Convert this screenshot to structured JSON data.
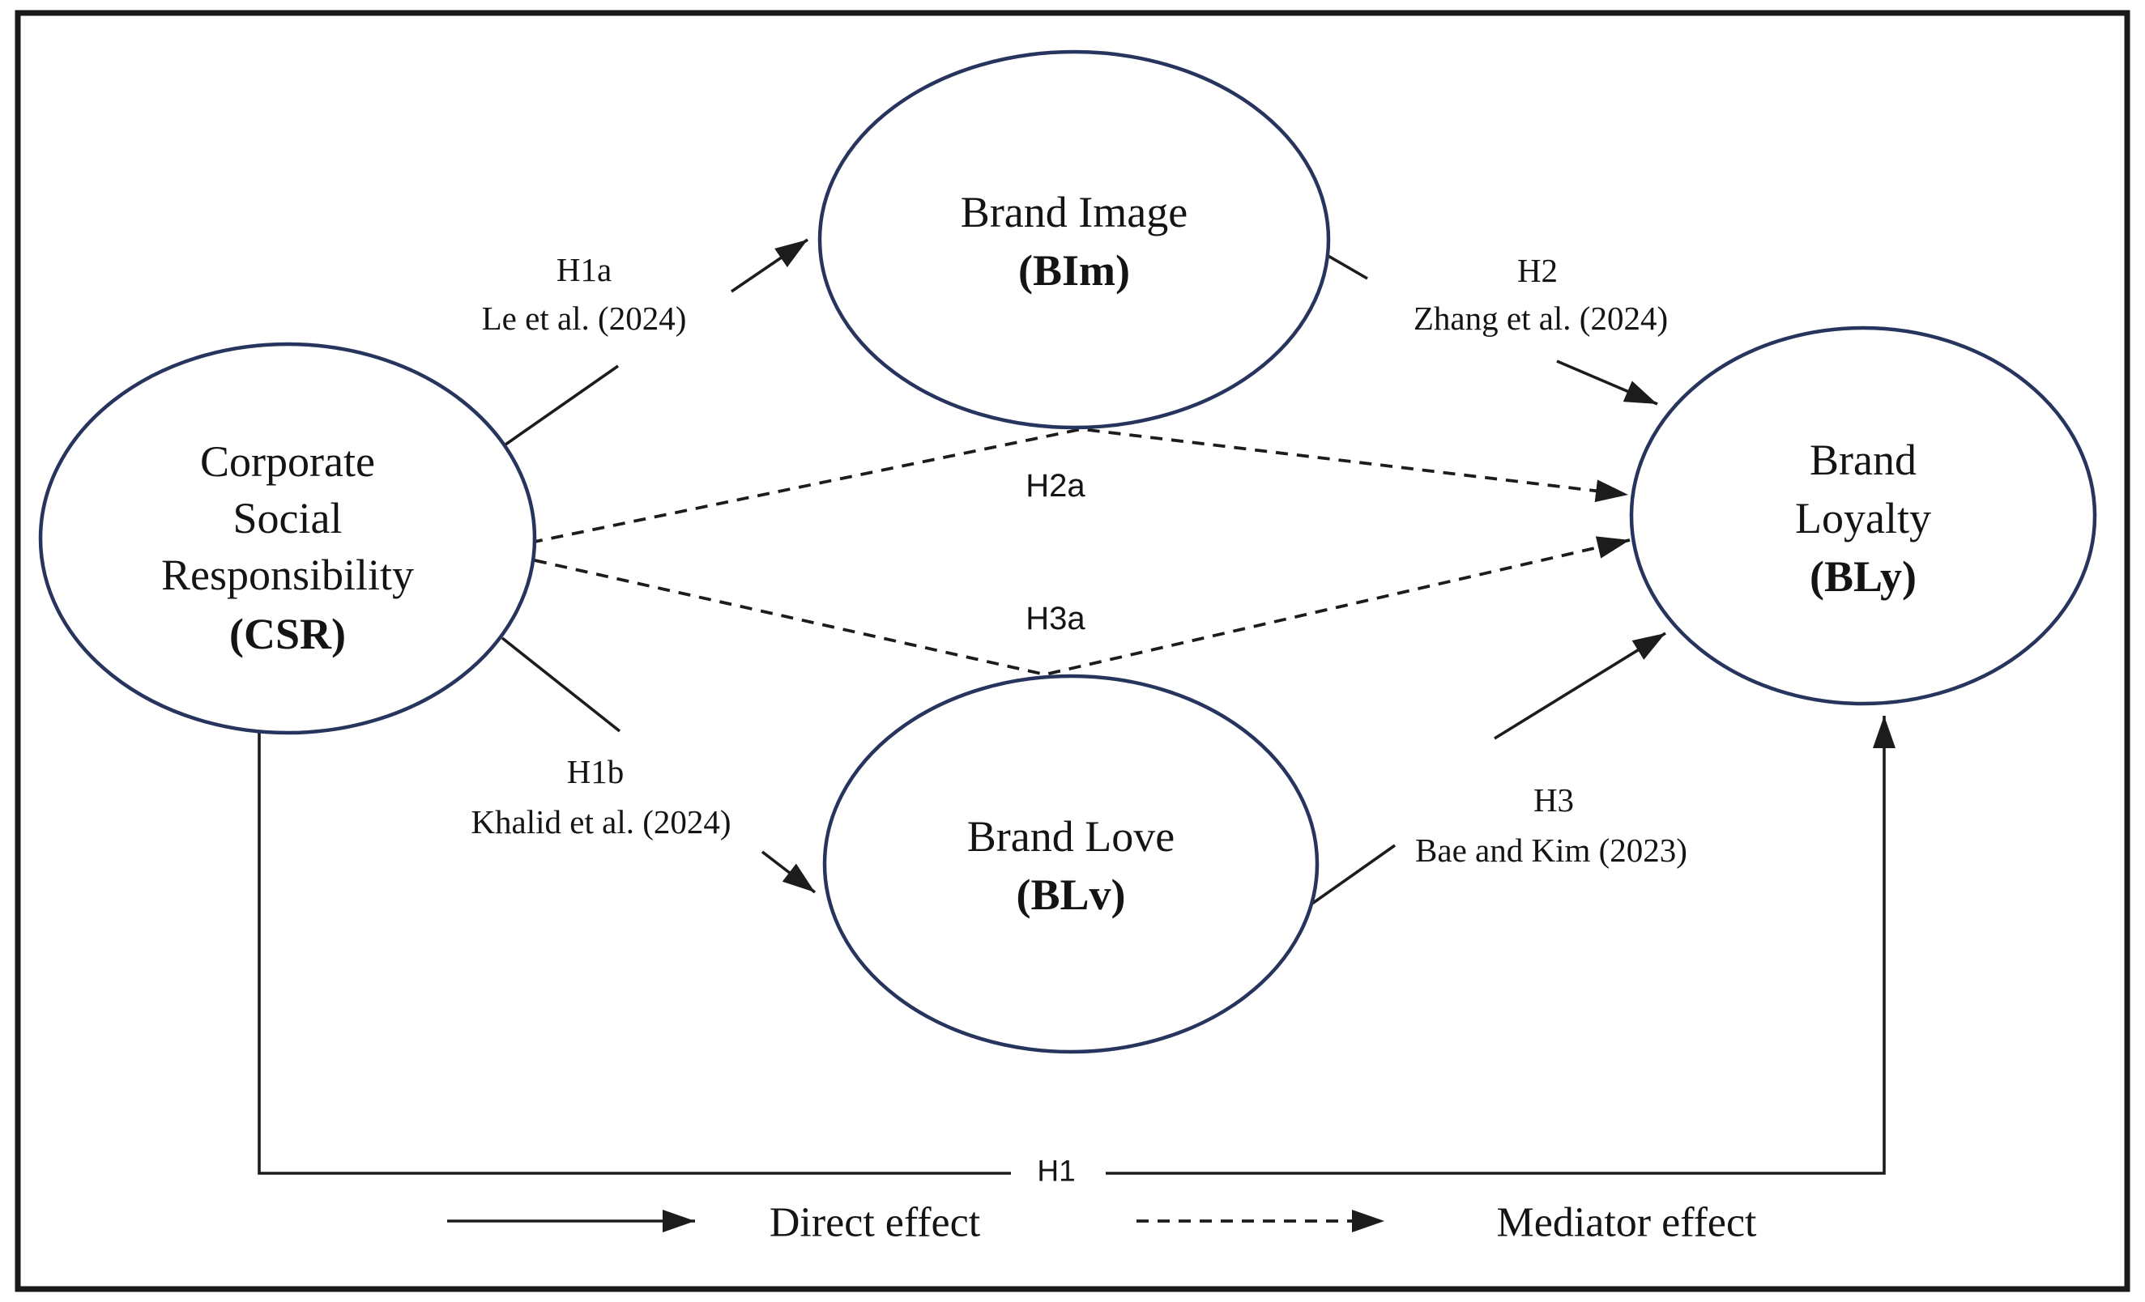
{
  "title": "CSR brand loyalty conceptual model",
  "colors": {
    "ellipse_stroke": "#27355e",
    "line_color": "#1c1c1c",
    "text_color": "#141414",
    "background": "#ffffff"
  },
  "nodes": {
    "csr": {
      "lines": [
        "Corporate",
        "Social",
        "Responsibility"
      ],
      "abbr": "(CSR)"
    },
    "bim": {
      "lines": [
        "Brand Image"
      ],
      "abbr": "(BIm)"
    },
    "blv": {
      "lines": [
        "Brand Love"
      ],
      "abbr": "(BLv)"
    },
    "bly": {
      "lines": [
        "Brand",
        "Loyalty"
      ],
      "abbr": "(BLy)"
    }
  },
  "edges": {
    "h1a": {
      "label": "H1a",
      "citation": "Le et al. (2024)",
      "type": "direct"
    },
    "h1b": {
      "label": "H1b",
      "citation": "Khalid et al. (2024)",
      "type": "direct"
    },
    "h2": {
      "label": "H2",
      "citation": "Zhang et al. (2024)",
      "type": "direct"
    },
    "h3": {
      "label": "H3",
      "citation": "Bae and Kim (2023)",
      "type": "direct"
    },
    "h2a": {
      "label": "H2a",
      "type": "mediator"
    },
    "h3a": {
      "label": "H3a",
      "type": "mediator"
    },
    "h1": {
      "label": "H1",
      "type": "direct"
    }
  },
  "legend": {
    "direct_label": "Direct effect",
    "mediator_label": "Mediator effect"
  }
}
